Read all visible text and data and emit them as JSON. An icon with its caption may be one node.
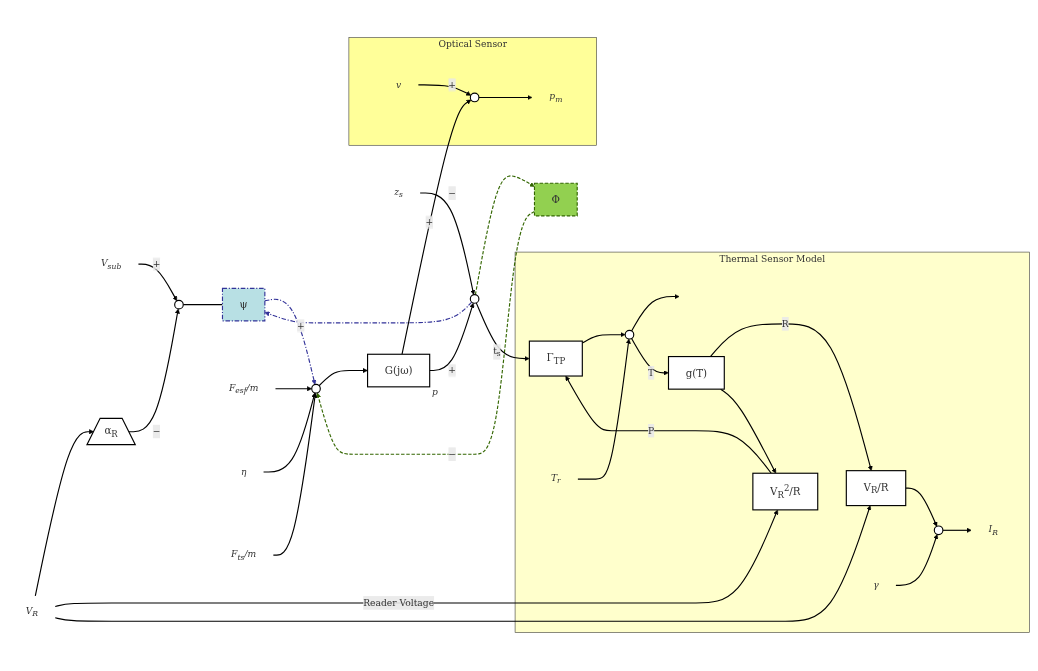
{
  "diagram": {
    "nodes": [
      {
        "text": [
          "V$_{sub}$"
        ]
      },
      {
        "text": [],
        "shape": "circle"
      },
      {
        "text": [
          "α$_{R}$"
        ]
      },
      {
        "text": [
          "ψ"
        ]
      },
      {
        "text": [
          "F$_{esf}$/m"
        ]
      },
      {
        "text": [
          "η"
        ]
      },
      {
        "text": [],
        "shape": "circle"
      },
      {
        "text": [
          "G(jω)"
        ],
        "beside": [
          "p"
        ]
      },
      {
        "text": [
          "Optical Sensor"
        ]
      },
      {
        "text": [
          "v"
        ],
        "in": 8
      },
      {
        "text": [],
        "shape": "circle",
        "in": 8
      },
      {
        "text": [
          "p$_{m}$"
        ],
        "in": 8
      },
      {
        "text": [
          "z$_{s}$"
        ]
      },
      {
        "text": [],
        "shape": "circle"
      },
      {
        "text": [
          "Φ"
        ]
      },
      {
        "text": [
          "F$_{ts}$/m"
        ]
      },
      {
        "text": [
          "Thermal Sensor Model"
        ]
      },
      {
        "text": [
          "V$_{R}$"
        ]
      },
      {
        "text": [
          "V$_{R}$$^{2}$/R"
        ],
        "in": 16
      },
      {
        "text": [
          "Γ$_{TP}$"
        ],
        "in": 16
      },
      {
        "text": [
          "T$_{r}$"
        ],
        "in": 16
      },
      {
        "text": [],
        "shape": "circle",
        "in": 16
      },
      {
        "text": [
          "V$_{R}$/R"
        ],
        "in": 16
      },
      {
        "text": [
          "g(T)"
        ],
        "in": 16
      },
      {
        "text": [],
        "shape": "circle",
        "in": 16
      },
      {
        "text": [
          "I$_{R}$"
        ],
        "in": 16
      },
      {
        "text": [
          "γ"
        ],
        "in": 16
      }
    ],
    "edges": [
      {
        "from": 0,
        "to": 1,
        "arrow": "to",
        "label": "+"
      },
      {
        "from": 2,
        "to": 1,
        "arrow": "to",
        "label": "−"
      },
      {
        "from": 17,
        "to": 2,
        "arrow": "to"
      },
      {
        "from": 1,
        "to": 3,
        "arrow": "none"
      },
      {
        "from": 3,
        "to": 6,
        "arrow": "to",
        "label": "+",
        "style": "dashed",
        "color": "#333399"
      },
      {
        "from": 4,
        "to": 6,
        "arrow": "to"
      },
      {
        "from": 5,
        "to": 6,
        "arrow": "to"
      },
      {
        "from": 6,
        "to": 7,
        "arrow": "to"
      },
      {
        "from": 7,
        "to": 10,
        "arrow": "to",
        "label": "+"
      },
      {
        "from": 9,
        "to": 10,
        "arrow": "to",
        "label": "+"
      },
      {
        "from": 10,
        "to": 11,
        "arrow": "to"
      },
      {
        "from": 7,
        "to": 13,
        "arrow": "to",
        "label": "+"
      },
      {
        "from": 12,
        "to": 13,
        "arrow": "to",
        "label": "−"
      },
      {
        "from": 13,
        "to": 3,
        "arrow": "to",
        "style": "dashed",
        "color": "#333399"
      },
      {
        "from": 13,
        "to": 14,
        "arrow": "to",
        "style": "dashed",
        "color": "#336600"
      },
      {
        "from": 14,
        "to": 6,
        "arrow": "to",
        "label": "−",
        "style": "dashed",
        "color": "#336600"
      },
      {
        "from": 15,
        "to": 6,
        "arrow": "to"
      },
      {
        "from": 13,
        "to": 19,
        "arrow": "to",
        "label": "t$_{s}$"
      },
      {
        "from": 17,
        "to": 18,
        "arrow": "to",
        "label": "Reader Voltage"
      },
      {
        "from": 17,
        "to": 22,
        "arrow": "to"
      },
      {
        "from": 18,
        "to": 19,
        "arrow": "to",
        "label": "P"
      },
      {
        "from": 19,
        "to": 21,
        "arrow": "to"
      },
      {
        "from": 20,
        "to": 21,
        "arrow": "to"
      },
      {
        "from": 21,
        "to": null,
        "arrow": "to"
      },
      {
        "from": 21,
        "to": 23,
        "arrow": "to",
        "label": "T"
      },
      {
        "from": 23,
        "to": 22,
        "arrow": "to",
        "label": "R"
      },
      {
        "from": 23,
        "to": 18,
        "arrow": "to"
      },
      {
        "from": 22,
        "to": 24,
        "arrow": "to"
      },
      {
        "from": 26,
        "to": 24,
        "arrow": "to"
      },
      {
        "from": 24,
        "to": 25,
        "arrow": "to"
      }
    ]
  }
}
